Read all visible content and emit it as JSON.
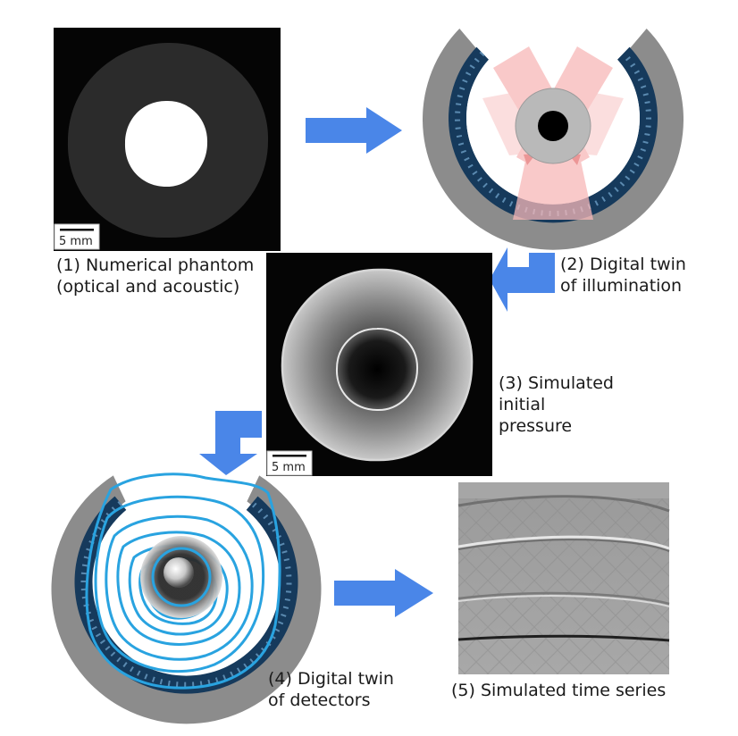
{
  "panels": {
    "phantom": {
      "caption_line1": "(1) Numerical phantom",
      "caption_line2": "(optical and acoustic)",
      "scale_bar": "5 mm"
    },
    "illumination": {
      "caption_line1": "(2) Digital twin",
      "caption_line2": "of illumination"
    },
    "pressure": {
      "caption_line1": "(3) Simulated",
      "caption_line2": "initial",
      "caption_line3": "pressure",
      "scale_bar": "5 mm"
    },
    "detectors": {
      "caption_line1": "(4) Digital twin",
      "caption_line2": "of detectors"
    },
    "timeseries": {
      "caption": "(5) Simulated time series"
    }
  },
  "colors": {
    "arrow": "#4a86e8",
    "housing": "#8c8c8c",
    "detector_array": "#163a5c",
    "illumination_beam": "#f7b8b8",
    "wavefront": "#29a3e0"
  },
  "icons": [
    "right-arrow-icon",
    "elbow-arrow-icon"
  ]
}
